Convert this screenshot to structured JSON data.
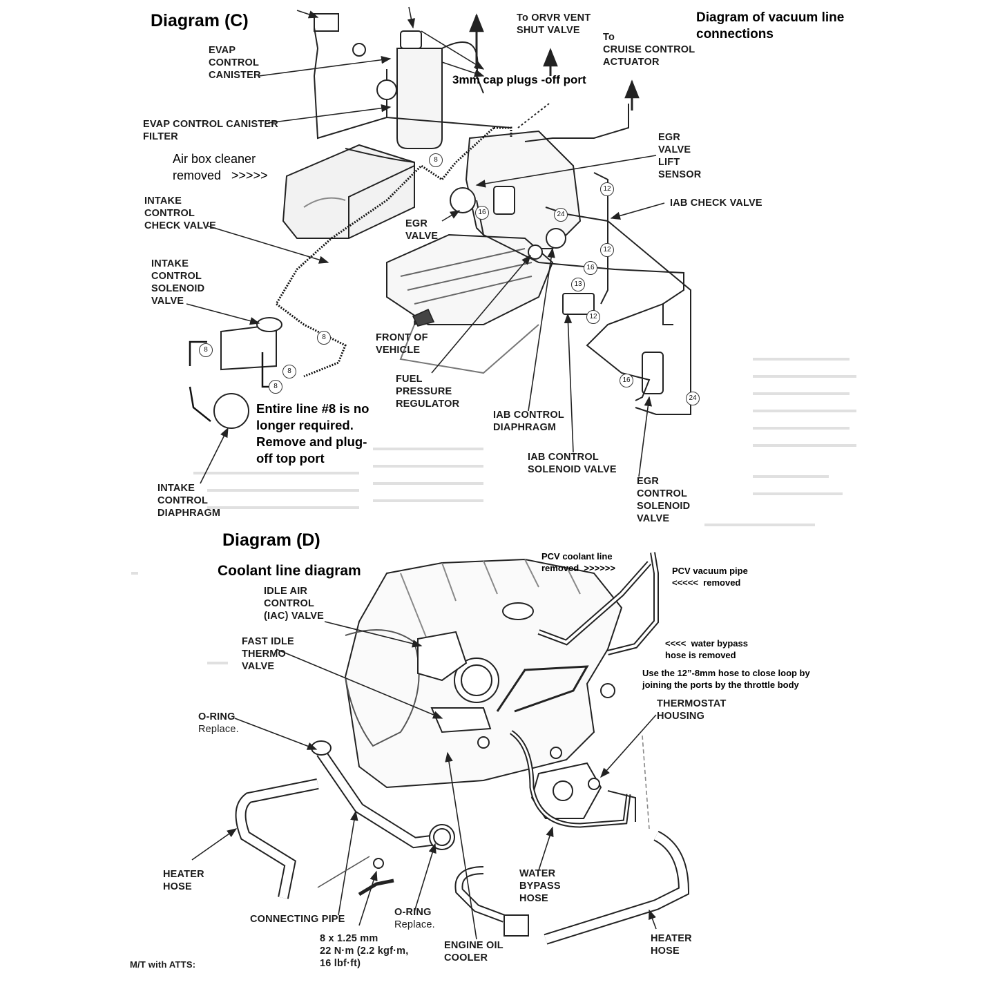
{
  "diagram_c": {
    "title": "Diagram (C)",
    "heading": "Diagram of vacuum line\nconnections",
    "labels": {
      "orvr": "To ORVR VENT\nSHUT VALVE",
      "cruise": "To\nCRUISE CONTROL\nACTUATOR",
      "evap_canister": "EVAP\nCONTROL\nCANISTER",
      "evap_filter": "EVAP CONTROL CANISTER\nFILTER",
      "intake_check": "INTAKE\nCONTROL\nCHECK VALVE",
      "intake_solenoid": "INTAKE\nCONTROL\nSOLENOID\nVALVE",
      "intake_diaphragm": "INTAKE\nCONTROL\nDIAPHRAGM",
      "egr_lift": "EGR\nVALVE\nLIFT\nSENSOR",
      "iab_check": "IAB CHECK VALVE",
      "egr_valve": "EGR\nVALVE",
      "front": "FRONT OF\nVEHICLE",
      "fuel_reg": "FUEL\nPRESSURE\nREGULATOR",
      "iab_diaphragm": "IAB CONTROL\nDIAPHRAGM",
      "iab_solenoid": "IAB CONTROL\nSOLENOID VALVE",
      "egr_solenoid": "EGR\nCONTROL\nSOLENOID\nVALVE"
    },
    "notes": {
      "cap_plugs": "3mm cap plugs -off port",
      "air_box": "Air box cleaner\nremoved   >>>>>",
      "line8": "Entire line #8 is no\nlonger required.\nRemove and plug-\noff top port"
    },
    "line_numbers": [
      "8",
      "16",
      "24",
      "12",
      "12",
      "16",
      "13",
      "12",
      "16",
      "24",
      "8",
      "8",
      "8",
      "8"
    ]
  },
  "diagram_d": {
    "title": "Diagram (D)",
    "subtitle": "Coolant line diagram",
    "labels": {
      "iac": "IDLE AIR\nCONTROL\n(IAC) VALVE",
      "fast_idle": "FAST IDLE\nTHERMO\nVALVE",
      "oring1_title": "O-RING",
      "oring1_sub": "Replace.",
      "thermostat": "THERMOSTAT\nHOUSING",
      "heater1": "HEATER\nHOSE",
      "connecting": "CONNECTING PIPE",
      "oring2_title": "O-RING",
      "oring2_sub": "Replace.",
      "bolt": "8 x 1.25 mm\n22 N·m (2.2 kgf·m,\n16 lbf·ft)",
      "oil_cooler": "ENGINE OIL\nCOOLER",
      "water_bypass": "WATER\nBYPASS\nHOSE",
      "heater2": "HEATER\nHOSE",
      "mt": "M/T with ATTS:"
    },
    "notes": {
      "pcv_coolant": "PCV coolant line\nremoved  >>>>>>",
      "pcv_vacuum": "PCV vacuum pipe\n<<<<<  removed",
      "water_bypass_removed": "<<<<  water bypass\nhose is removed",
      "use_hose": "Use the 12”-8mm hose to close loop by\njoining the ports by the throttle body"
    }
  }
}
